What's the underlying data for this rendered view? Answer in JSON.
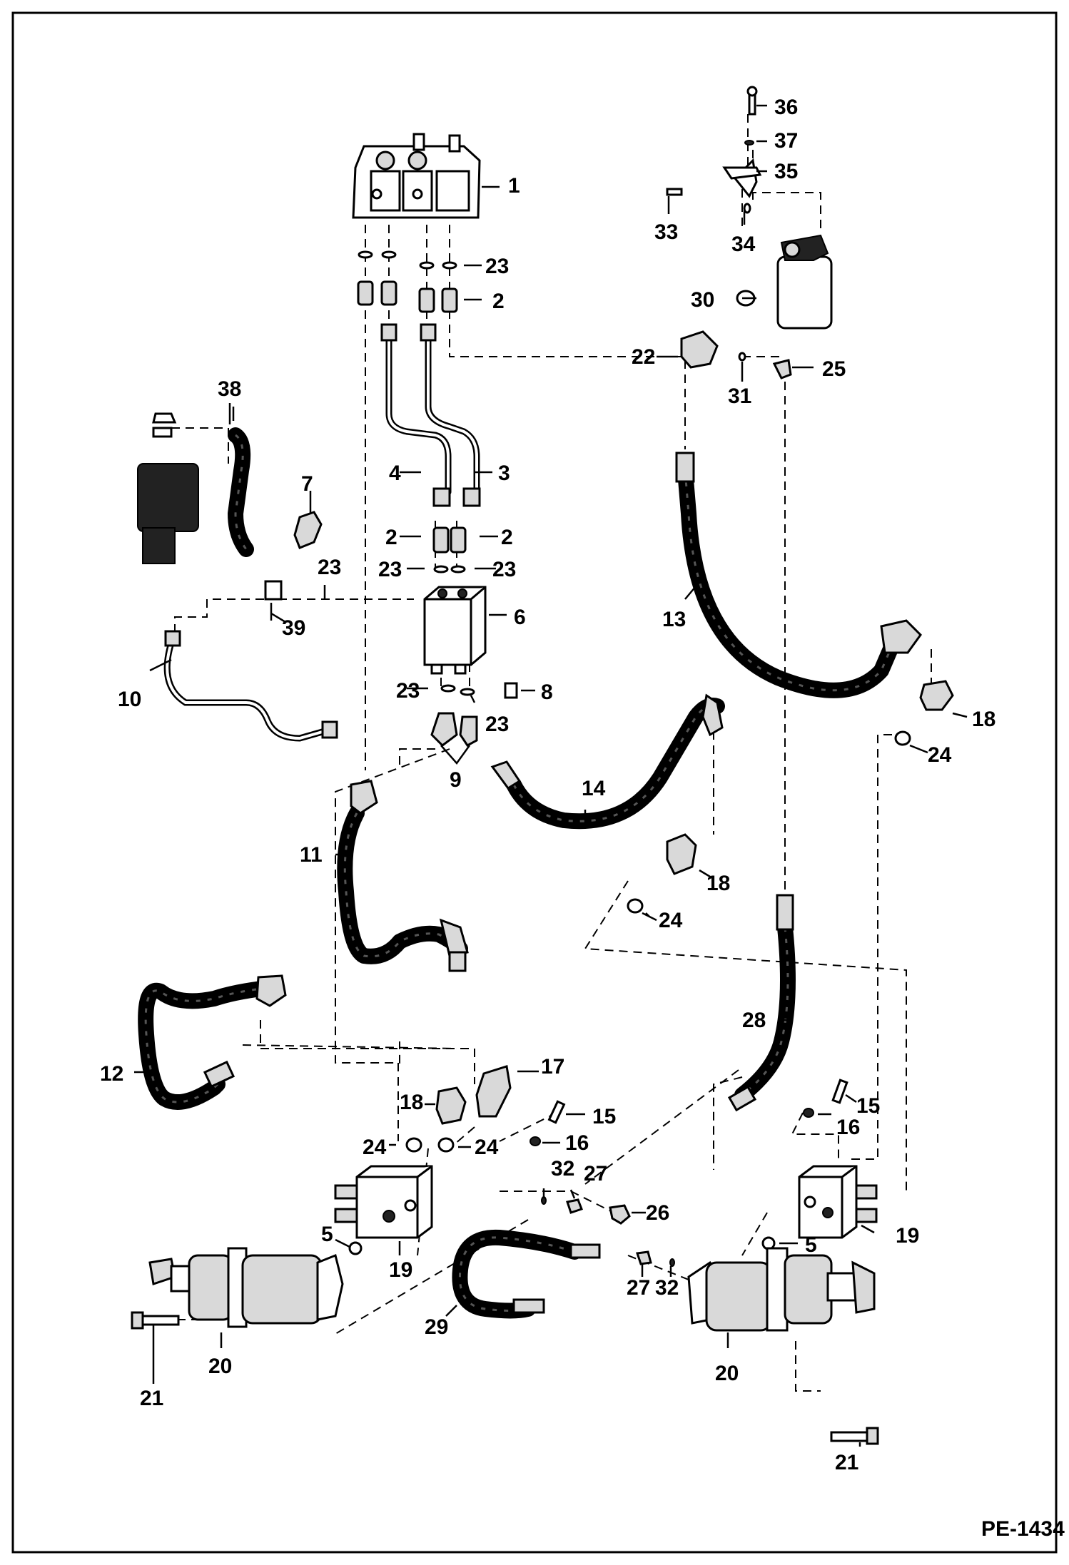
{
  "figure_id": "PE-1434",
  "callouts": {
    "c1": "1",
    "c2a": "2",
    "c2b": "2",
    "c2c": "2",
    "c3": "3",
    "c4": "4",
    "c5a": "5",
    "c5b": "5",
    "c6": "6",
    "c7": "7",
    "c8": "8",
    "c9": "9",
    "c10": "10",
    "c11": "11",
    "c12": "12",
    "c13": "13",
    "c14": "14",
    "c15a": "15",
    "c15b": "15",
    "c16a": "16",
    "c16b": "16",
    "c17": "17",
    "c18a": "18",
    "c18b": "18",
    "c18c": "18",
    "c19a": "19",
    "c19b": "19",
    "c20a": "20",
    "c20b": "20",
    "c21a": "21",
    "c21b": "21",
    "c22": "22",
    "c23a": "23",
    "c23b": "23",
    "c23c": "23",
    "c23d": "23",
    "c23e": "23",
    "c23f": "23",
    "c24a": "24",
    "c24b": "24",
    "c24c": "24",
    "c24d": "24",
    "c25": "25",
    "c26": "26",
    "c27a": "27",
    "c27b": "27",
    "c28": "28",
    "c29": "29",
    "c30": "30",
    "c31": "31",
    "c32a": "32",
    "c32b": "32",
    "c33": "33",
    "c34": "34",
    "c35": "35",
    "c36": "36",
    "c37": "37",
    "c38": "38",
    "c39": "39"
  }
}
